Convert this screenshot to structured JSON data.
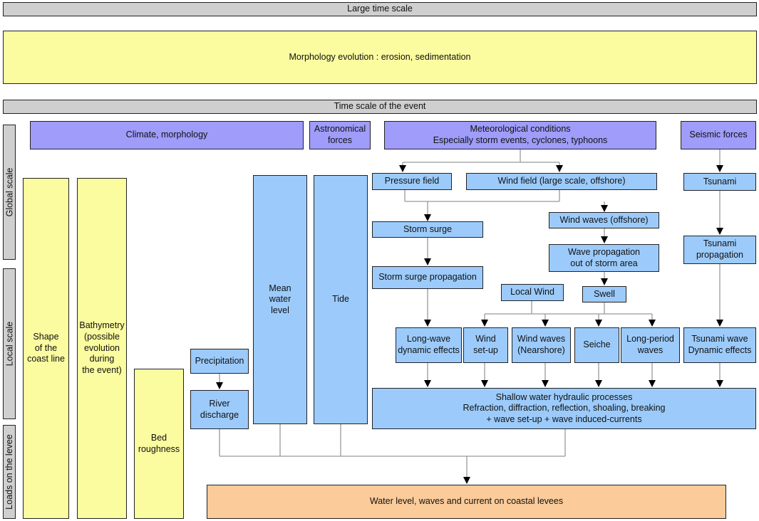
{
  "colors": {
    "grey": "#cfcfcf",
    "yellow": "#fbfba0",
    "purple": "#9f9cfa",
    "blue": "#9ccbfb",
    "orange": "#fbcb9a",
    "line": "#999999"
  },
  "bars": {
    "large_time_scale": "Large time scale",
    "morphology": "Morphology  evolution : erosion, sedimentation",
    "event_time_scale": "Time scale of the event"
  },
  "side_labels": {
    "global": "Global scale",
    "local": "Local scale",
    "loads": "Loads on the levee"
  },
  "sources": {
    "climate": "Climate, morphology",
    "astronomical": "Astronomical\nforces",
    "meteorological": "Meteorological conditions\nEspecially storm events, cyclones, typhoons",
    "seismic": "Seismic forces"
  },
  "columns": {
    "coast_line": "Shape\nof the\ncoast line",
    "bathymetry": "Bathymetry\n(possible\nevolution\nduring\nthe event)",
    "bed_roughness": "Bed\nroughness",
    "mean_water_level": "Mean\nwater\nlevel",
    "tide": "Tide"
  },
  "processes": {
    "precipitation": "Precipitation",
    "river_discharge": "River\ndischarge",
    "pressure_field": "Pressure field",
    "wind_field": "Wind field (large scale, offshore)",
    "tsunami": "Tsunami",
    "storm_surge": "Storm surge",
    "wind_waves_offshore": "Wind waves (offshore)",
    "wave_propagation": "Wave propagation\nout of storm area",
    "tsunami_propagation": "Tsunami\npropagation",
    "storm_surge_propagation": "Storm surge propagation",
    "local_wind": "Local Wind",
    "swell": "Swell",
    "long_wave": "Long-wave\ndynamic effects",
    "wind_setup": "Wind\nset-up",
    "wind_waves_nearshore": "Wind waves\n(Nearshore)",
    "seiche": "Seiche",
    "long_period_waves": "Long-period\nwaves",
    "tsunami_wave": "Tsunami wave\nDynamic effects",
    "shallow_water": "Shallow water hydraulic processes\nRefraction, diffraction, reflection, shoaling, breaking\n+ wave set-up + wave induced-currents",
    "final": "Water level, waves and current on coastal levees"
  }
}
